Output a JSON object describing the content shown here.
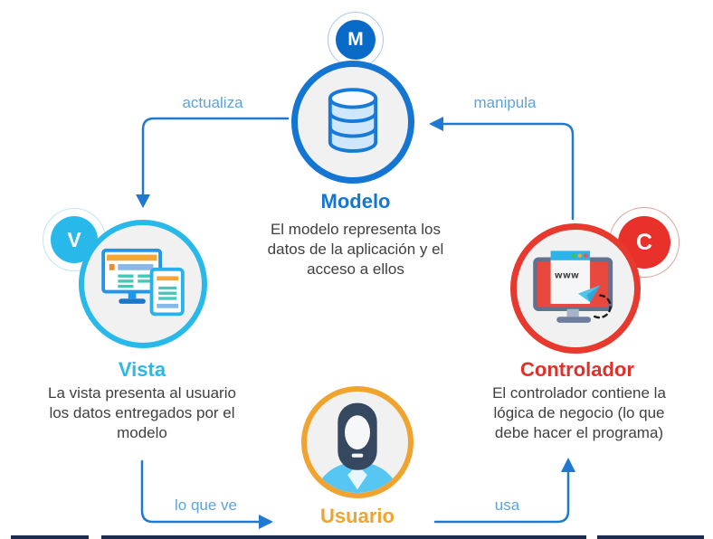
{
  "palette": {
    "model_blue": "#1476d2",
    "model_badge_blue": "#0a6ac8",
    "view_cyan": "#29b8ea",
    "controller_red": "#e8392f",
    "user_orange": "#f0a32e",
    "arrow_blue": "#1f78d1",
    "arrow_label_blue": "#5ea3d8",
    "description_text": "#3f3f3f",
    "circle_fill": "#f1f1f2"
  },
  "nodes": {
    "modelo": {
      "badge": "M",
      "title": "Modelo",
      "description": "El modelo representa los\ndatos de la aplicación y el\nacceso a ellos",
      "icon": "database-icon"
    },
    "vista": {
      "badge": "V",
      "title": "Vista",
      "description": "La vista presenta al usuario\nlos datos entregados por el\nmodelo",
      "icon": "screens-icon"
    },
    "controlador": {
      "badge": "C",
      "title": "Controlador",
      "description": "El controlador contiene la\nlógica de negocio (lo que\ndebe hacer el programa)",
      "icon": "browser-monitor-icon",
      "browser_text": "www"
    },
    "usuario": {
      "title": "Usuario",
      "icon": "user-avatar-icon"
    }
  },
  "arrows": {
    "actualiza": "actualiza",
    "manipula": "manipula",
    "lo_que_ve": "lo que ve",
    "usa": "usa"
  }
}
